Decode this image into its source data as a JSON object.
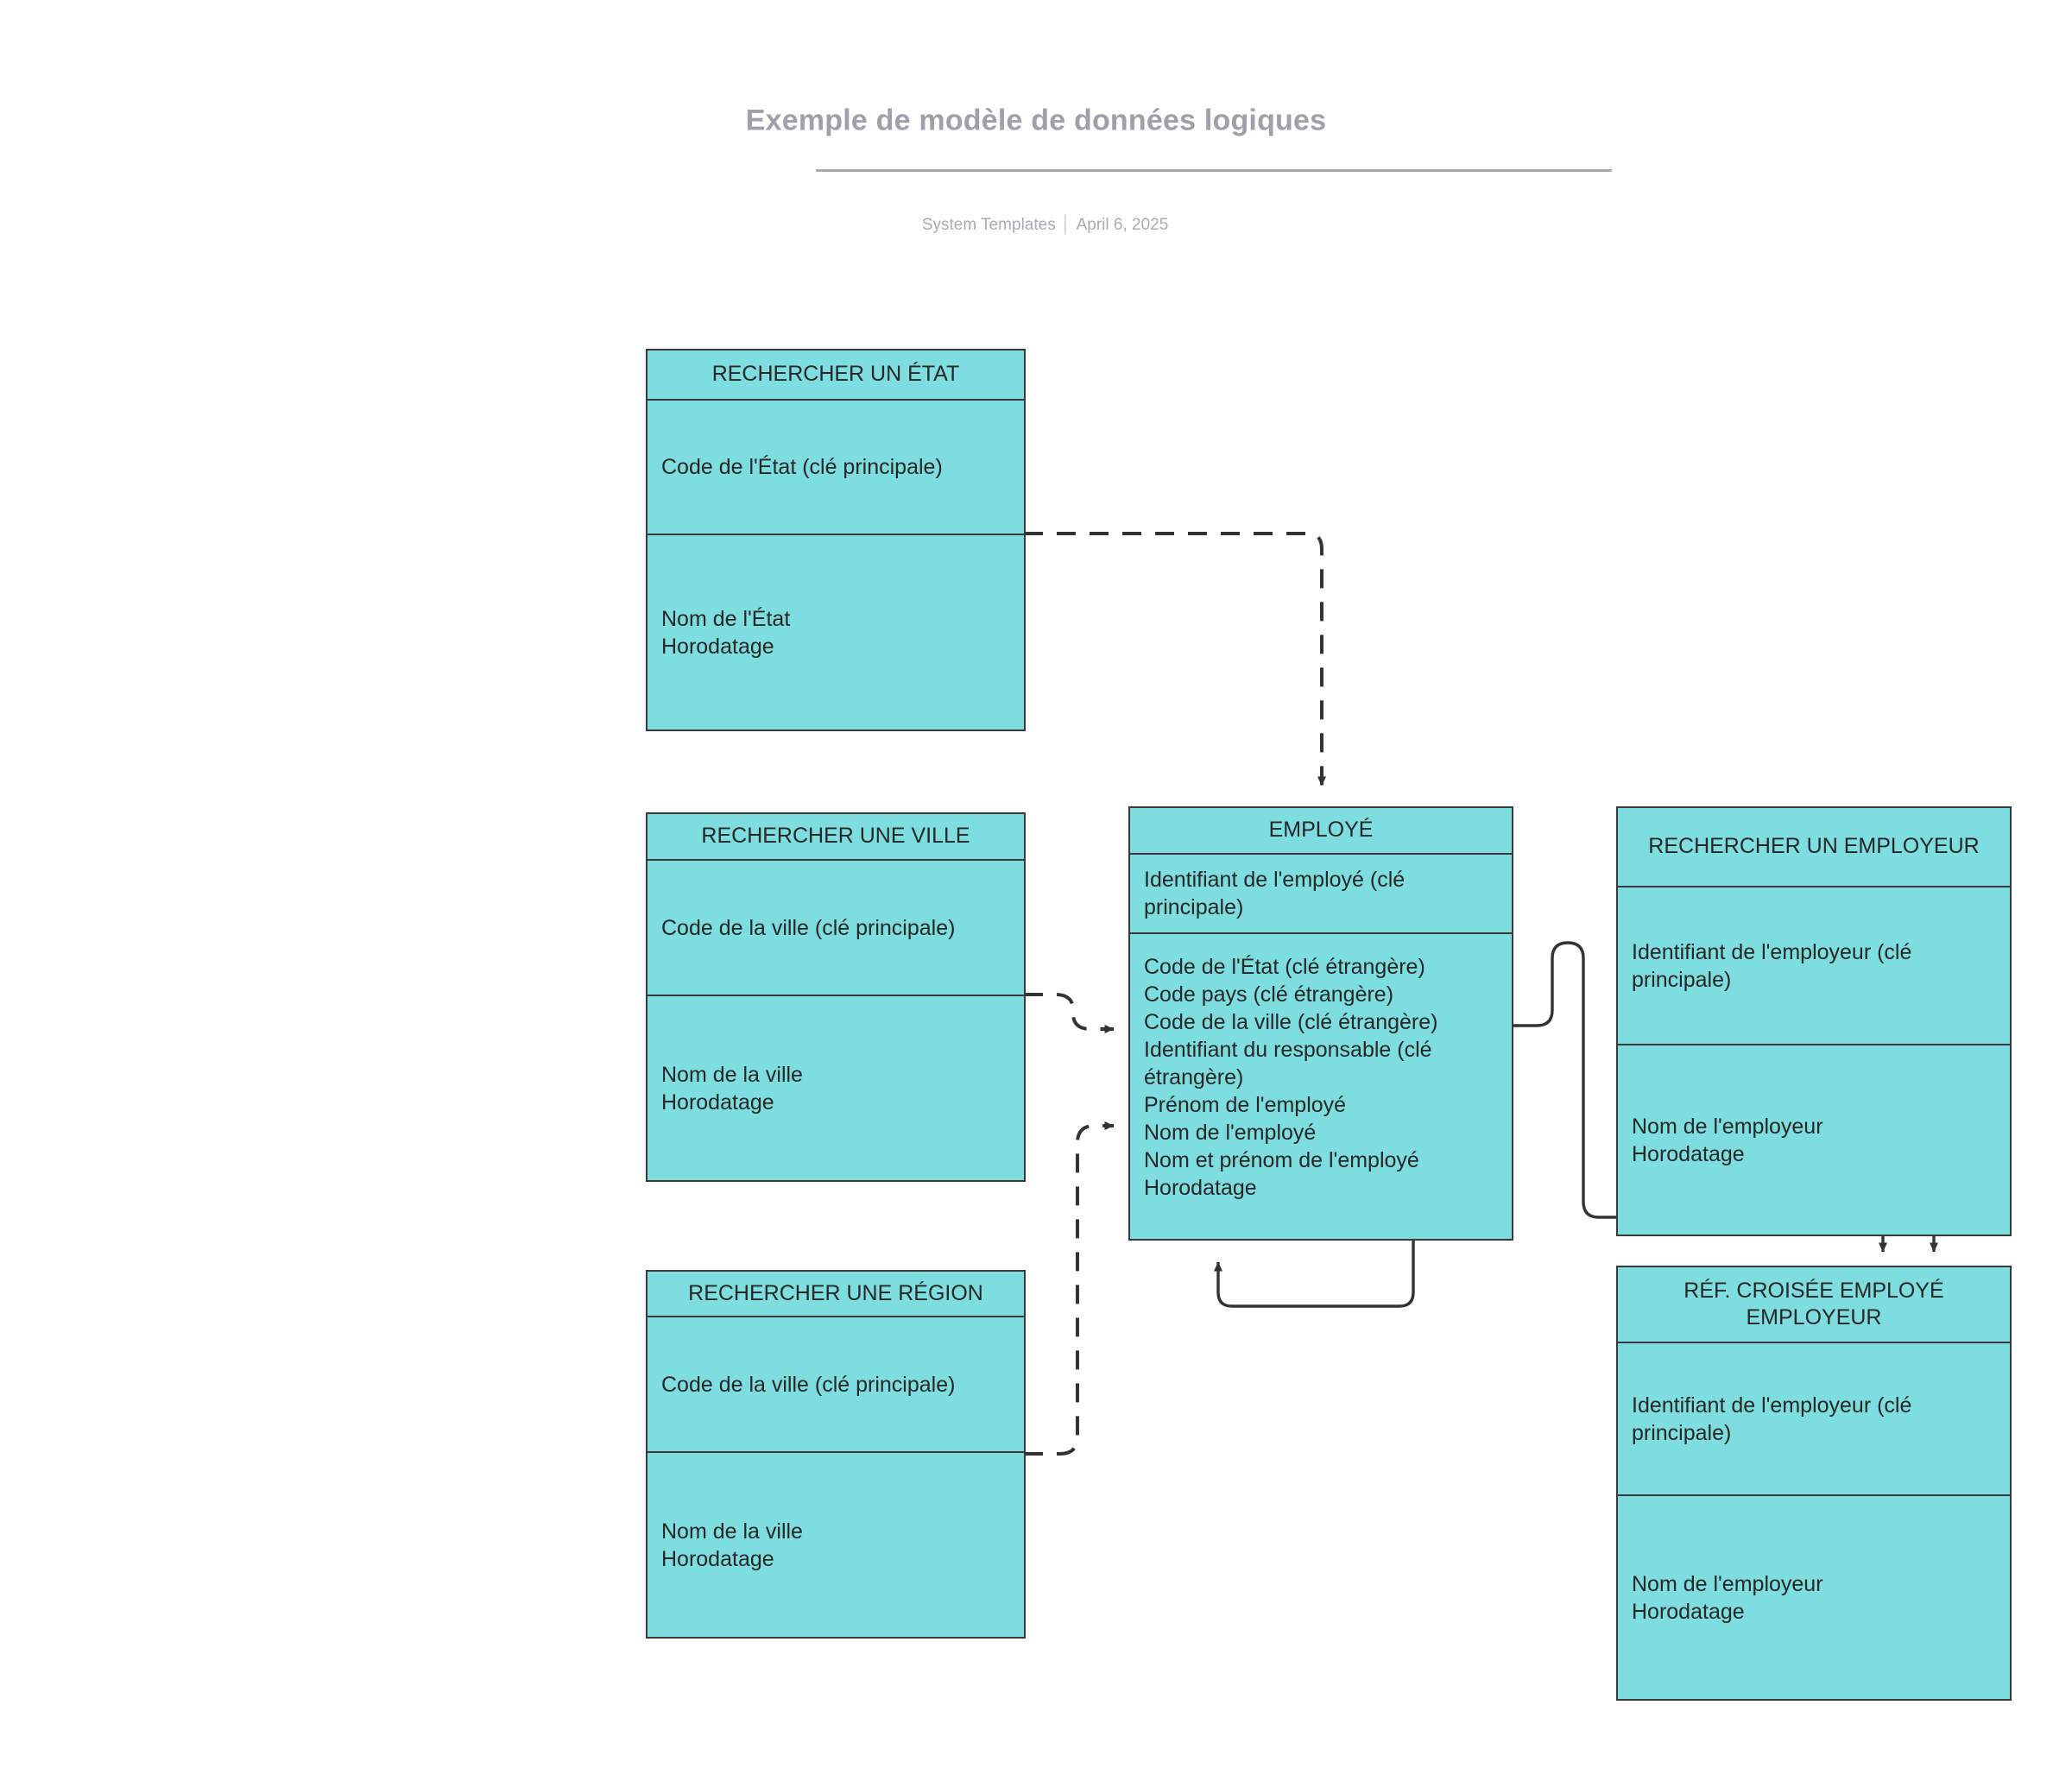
{
  "header": {
    "title": "Exemple de modèle de données logiques",
    "source": "System Templates",
    "separator": "│",
    "date": "April 6, 2025"
  },
  "theme": {
    "entity_fill": "#7eddde",
    "entity_border": "#3a3a3a",
    "text": "#272727",
    "header_text": "#9ea0ab",
    "connector": "#333333",
    "page_background": "#ffffff"
  },
  "diagram": {
    "type": "entity-relationship-diagram",
    "notation": "crow-foot-less arrow",
    "entities": [
      {
        "id": "etat",
        "title": "RECHERCHER UN ÉTAT",
        "primary_key": "Code de l'État (clé principale)",
        "attributes": "Nom de l'État\nHorodatage"
      },
      {
        "id": "ville",
        "title": "RECHERCHER UNE VILLE",
        "primary_key": "Code de la ville (clé principale)",
        "attributes": "Nom de la ville\nHorodatage"
      },
      {
        "id": "region",
        "title": "RECHERCHER UNE RÉGION",
        "primary_key": "Code de la ville (clé principale)",
        "attributes": "Nom de la ville\nHorodatage"
      },
      {
        "id": "employe",
        "title": "EMPLOYÉ",
        "primary_key": "Identifiant de l'employé (clé principale)",
        "attributes": "Code de l'État (clé étrangère)\nCode pays (clé étrangère)\nCode de la ville (clé étrangère)\nIdentifiant du responsable (clé étrangère)\nPrénom de l'employé\nNom de l'employé\nNom et prénom de l'employé\nHorodatage"
      },
      {
        "id": "employeur",
        "title": "RECHERCHER UN EMPLOYEUR",
        "primary_key": "Identifiant de l'employeur (clé principale)",
        "attributes": "Nom de l'employeur\nHorodatage"
      },
      {
        "id": "ref_croisee",
        "title": "RÉF. CROISÉE EMPLOYÉ EMPLOYEUR",
        "primary_key": "Identifiant de l'employeur (clé principale)",
        "attributes": "Nom de l'employeur\nHorodatage"
      }
    ],
    "relationships": [
      {
        "from": "etat",
        "to": "employe",
        "style": "dashed",
        "arrow": "filled"
      },
      {
        "from": "ville",
        "to": "employe",
        "style": "dashed",
        "arrow": "filled"
      },
      {
        "from": "region",
        "to": "employe",
        "style": "dashed",
        "arrow": "filled"
      },
      {
        "from": "employe",
        "to": "employe",
        "style": "solid",
        "arrow": "filled"
      },
      {
        "from": "employe",
        "to": "ref_croisee",
        "style": "solid",
        "arrow": "filled"
      },
      {
        "from": "employeur",
        "to": "ref_croisee",
        "style": "solid",
        "arrow": "filled"
      }
    ]
  }
}
